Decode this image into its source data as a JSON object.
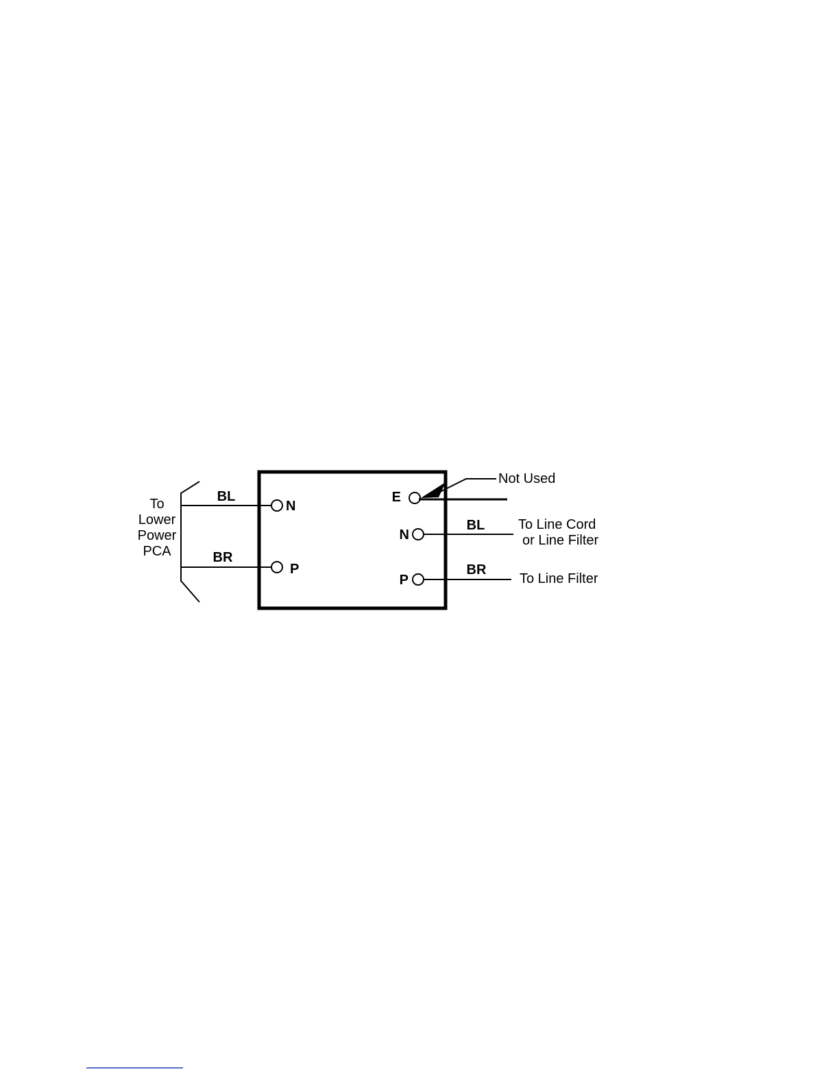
{
  "left_side": {
    "destination_lines": [
      "To",
      "Lower",
      "Power",
      "PCA"
    ],
    "wire_top_label": "BL",
    "wire_bottom_label": "BR"
  },
  "module": {
    "left_terminals": {
      "top": "N",
      "bottom": "P"
    },
    "right_terminals": {
      "top": "E",
      "middle": "N",
      "bottom": "P"
    }
  },
  "right_side": {
    "not_used_label": "Not Used",
    "wire_middle_label": "BL",
    "wire_bottom_label": "BR",
    "middle_destination_lines": [
      "To Line Cord",
      "or Line Filter"
    ],
    "bottom_destination": "To Line Filter"
  },
  "colors": {
    "ink": "#000000",
    "footer_rule": "#1f3fbf"
  }
}
